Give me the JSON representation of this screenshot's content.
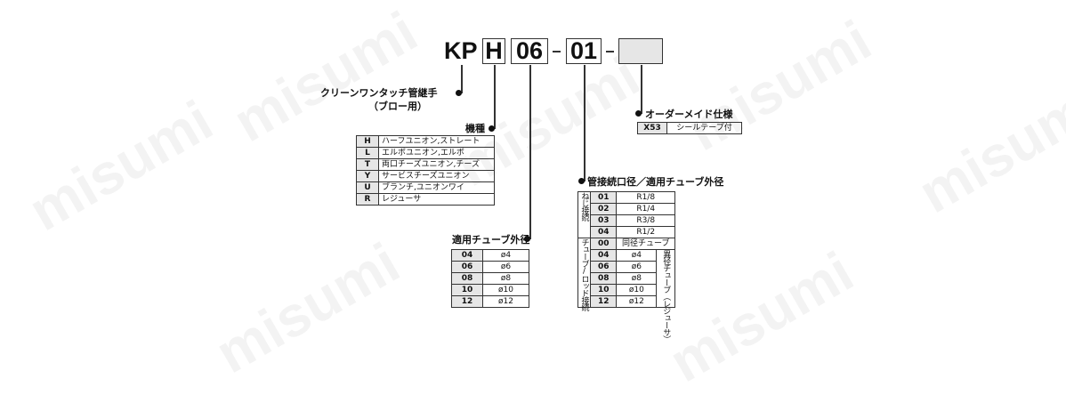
{
  "watermark": "misumi",
  "code": {
    "prefix": "KP",
    "parts": [
      "H",
      "06",
      "01",
      ""
    ],
    "separator": "-"
  },
  "product": {
    "line1": "クリーンワンタッチ管継手",
    "line2": "（ブロー用）"
  },
  "body_type": {
    "title": "機種",
    "rows": [
      {
        "code": "H",
        "desc": "ハーフユニオン,ストレート"
      },
      {
        "code": "L",
        "desc": "エルボユニオン,エルボ"
      },
      {
        "code": "T",
        "desc": "両口チーズユニオン,チーズ"
      },
      {
        "code": "Y",
        "desc": "サービスチーズユニオン"
      },
      {
        "code": "U",
        "desc": "ブランチ,ユニオンワイ"
      },
      {
        "code": "R",
        "desc": "レジューサ"
      }
    ]
  },
  "tube_od": {
    "title": "適用チューブ外径",
    "rows": [
      {
        "code": "04",
        "desc": "ø4"
      },
      {
        "code": "06",
        "desc": "ø6"
      },
      {
        "code": "08",
        "desc": "ø8"
      },
      {
        "code": "10",
        "desc": "ø10"
      },
      {
        "code": "12",
        "desc": "ø12"
      }
    ]
  },
  "port": {
    "title": "管接続口径／適用チューブ外径",
    "thread_group": "ねじ接続",
    "thread_rows": [
      {
        "code": "01",
        "desc": "R1/8"
      },
      {
        "code": "02",
        "desc": "R1/4"
      },
      {
        "code": "03",
        "desc": "R3/8"
      },
      {
        "code": "04",
        "desc": "R1/2"
      }
    ],
    "tube_group": "チューブ/ロッド接続",
    "same_row": {
      "code": "00",
      "desc": "同径チューブ"
    },
    "reducer_rows": [
      {
        "code": "04",
        "desc": "ø4"
      },
      {
        "code": "06",
        "desc": "ø6"
      },
      {
        "code": "08",
        "desc": "ø8"
      },
      {
        "code": "10",
        "desc": "ø10"
      },
      {
        "code": "12",
        "desc": "ø12"
      }
    ],
    "reducer_label": "異径チューブ（レジューサ）"
  },
  "made_to_order": {
    "title": "オーダーメイド仕様",
    "rows": [
      {
        "code": "X53",
        "desc": "シールテープ付"
      }
    ]
  }
}
